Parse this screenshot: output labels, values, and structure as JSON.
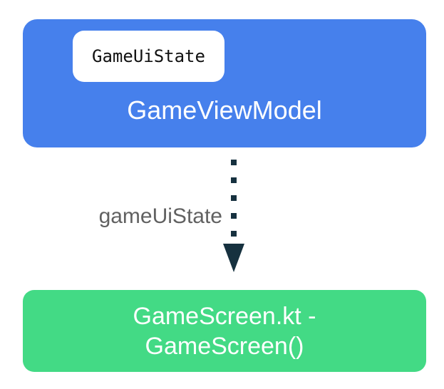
{
  "page": {
    "background": "#ffffff"
  },
  "diagram": {
    "viewmodel_box": {
      "label": "GameViewModel",
      "fill": "#4680ec",
      "text_color": "#ffffff"
    },
    "state_chip": {
      "label": "GameUiState",
      "fill": "#ffffff",
      "text_color": "#111111"
    },
    "arrow": {
      "label": "gameUiState",
      "label_color": "#616161",
      "color": "#16313f",
      "style": "dotted",
      "direction": "down",
      "dot_count": 5
    },
    "screen_box": {
      "label_line1": "GameScreen.kt -",
      "label_line2": "GameScreen()",
      "fill": "#43da85",
      "text_color": "#ffffff"
    }
  }
}
